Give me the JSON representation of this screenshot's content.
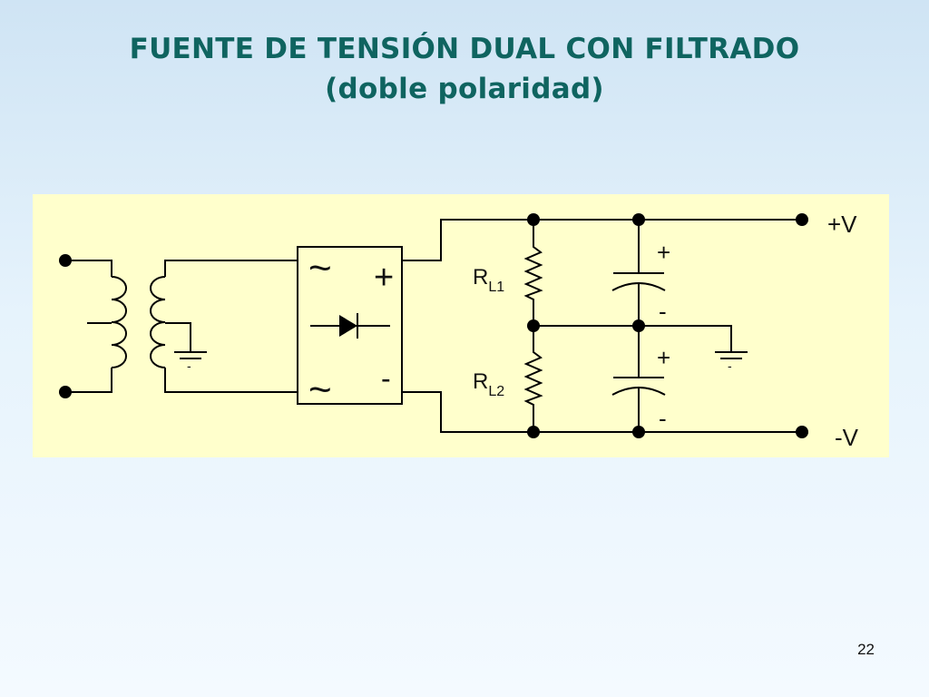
{
  "slide": {
    "title_line1": "FUENTE DE TENSIÓN DUAL CON FILTRADO",
    "title_line2": "(doble polaridad)",
    "page_number": "22"
  },
  "diagram": {
    "bridge": {
      "ac_symbol": "~",
      "plus": "+",
      "minus": "-"
    },
    "loads": [
      {
        "letter": "R",
        "subscript": "L1"
      },
      {
        "letter": "R",
        "subscript": "L2"
      }
    ],
    "capacitors": [
      {
        "plus": "+",
        "minus": "-"
      },
      {
        "plus": "+",
        "minus": "-"
      }
    ],
    "outputs": {
      "positive": "+V",
      "negative": "-V"
    },
    "ground_label": "-",
    "panel_color": "#ffffcc",
    "wire_color": "#000000"
  }
}
